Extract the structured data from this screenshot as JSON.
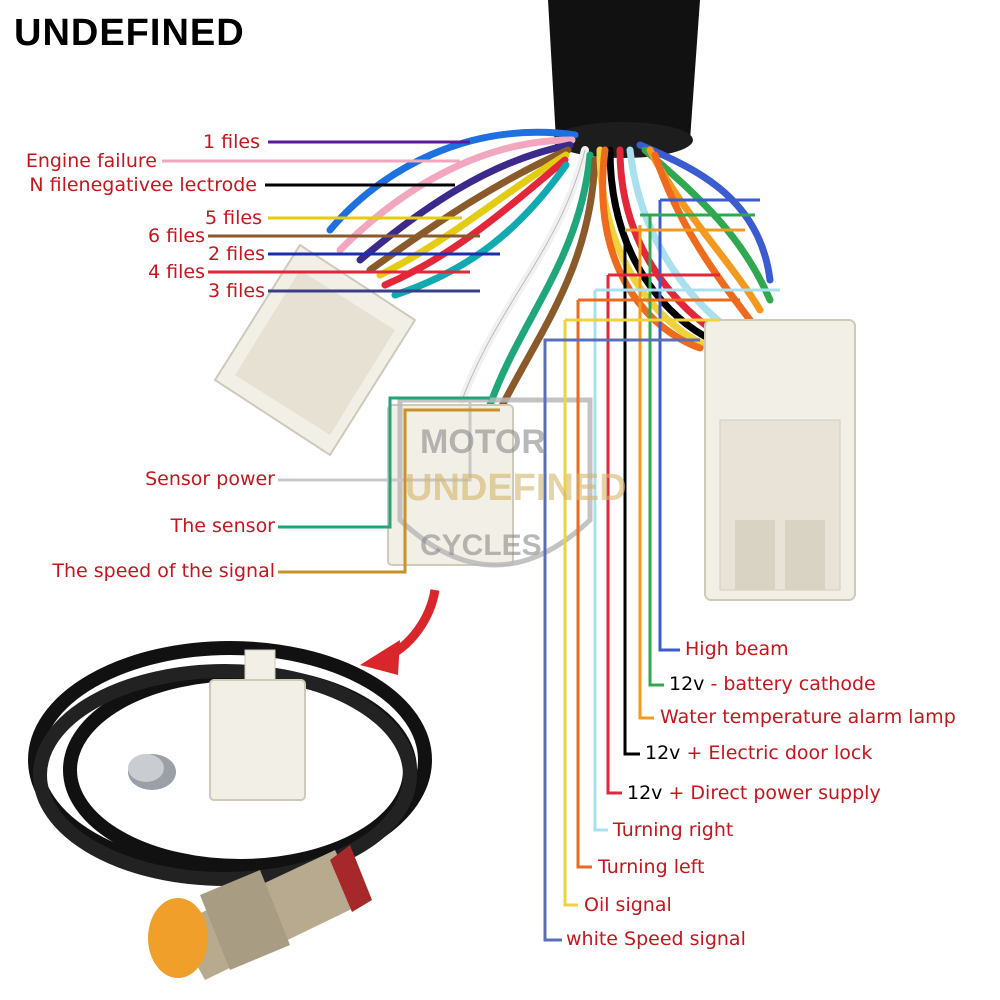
{
  "brand": {
    "title": "UNDEFINED"
  },
  "watermark": {
    "top": "MOTOR",
    "middle": "UNDEFINED",
    "bottom": "CYCLES"
  },
  "left_labels": [
    {
      "text": "1 files",
      "color": "#5b1a9a"
    },
    {
      "text": "Engine failure",
      "color": "#f3a7bf"
    },
    {
      "text": "N filenegativee lectrode",
      "color": "#000000"
    },
    {
      "text": "5 files",
      "color": "#e4cc12"
    },
    {
      "text": "6 files",
      "color": "#8a5a2b"
    },
    {
      "text": "2 files",
      "color": "#1a2fb0"
    },
    {
      "text": "4 files",
      "color": "#e3263a"
    },
    {
      "text": "3 files",
      "color": "#3a3f8c"
    }
  ],
  "sensor_labels": [
    {
      "text": "Sensor power",
      "color": "#c8c8c8"
    },
    {
      "text": "The sensor",
      "color": "#1fa67a"
    },
    {
      "text": "The speed of the signal",
      "color": "#c8922a"
    }
  ],
  "right_labels": [
    {
      "prefix": "",
      "text": "High beam",
      "color": "#3b5bd1"
    },
    {
      "prefix": "12v",
      "text": " - battery cathode",
      "color": "#2fa84f"
    },
    {
      "prefix": "",
      "text": "Water temperature alarm lamp",
      "color": "#f29a1f"
    },
    {
      "prefix": "12v",
      "text": " + Electric door lock",
      "color": "#000000"
    },
    {
      "prefix": "12v",
      "text": " + Direct power supply",
      "color": "#e3263a"
    },
    {
      "prefix": "",
      "text": "Turning right",
      "color": "#a8e0f0"
    },
    {
      "prefix": "",
      "text": "Turning left",
      "color": "#ee6a1c"
    },
    {
      "prefix": "",
      "text": "Oil signal",
      "color": "#f2d23a"
    },
    {
      "prefix": "",
      "text": "white Speed signal",
      "color": "#5a6fb8"
    }
  ]
}
